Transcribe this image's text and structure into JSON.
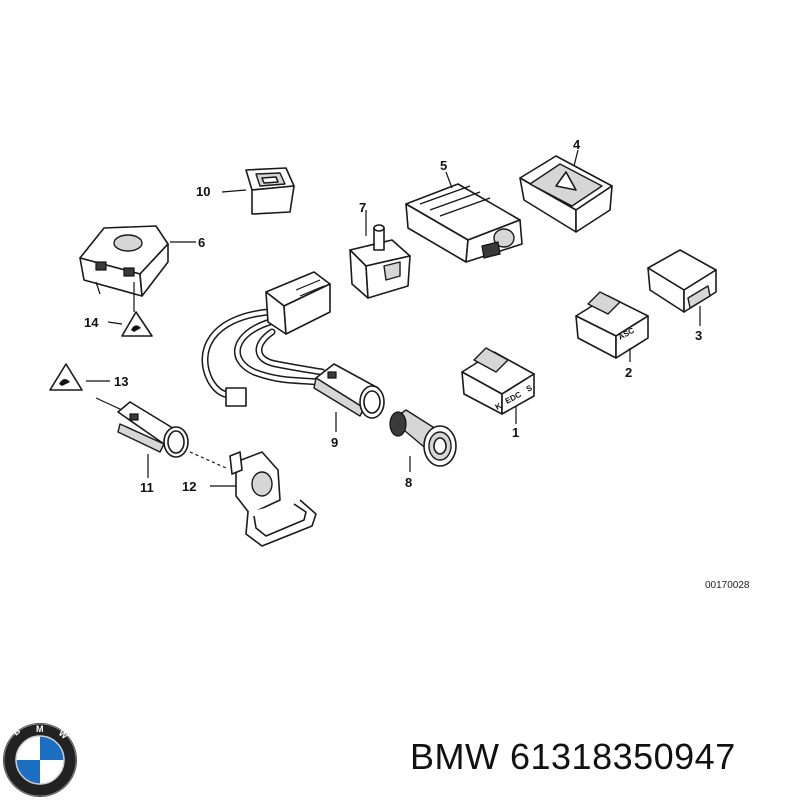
{
  "diagram": {
    "callouts": [
      "1",
      "2",
      "3",
      "4",
      "5",
      "6",
      "7",
      "8",
      "9",
      "10",
      "11",
      "12",
      "13",
      "14"
    ],
    "switch_labels": {
      "edc": "EDC",
      "edc_left": "K",
      "edc_right": "S",
      "asc": "ASC"
    },
    "drawing_code": "00170028"
  },
  "footer": {
    "brand_text": "BMW 61318350947"
  },
  "logo": {
    "letters": "BMW",
    "colors": {
      "blue": "#1b6fc0",
      "white": "#ffffff",
      "ring": "#222222"
    }
  }
}
